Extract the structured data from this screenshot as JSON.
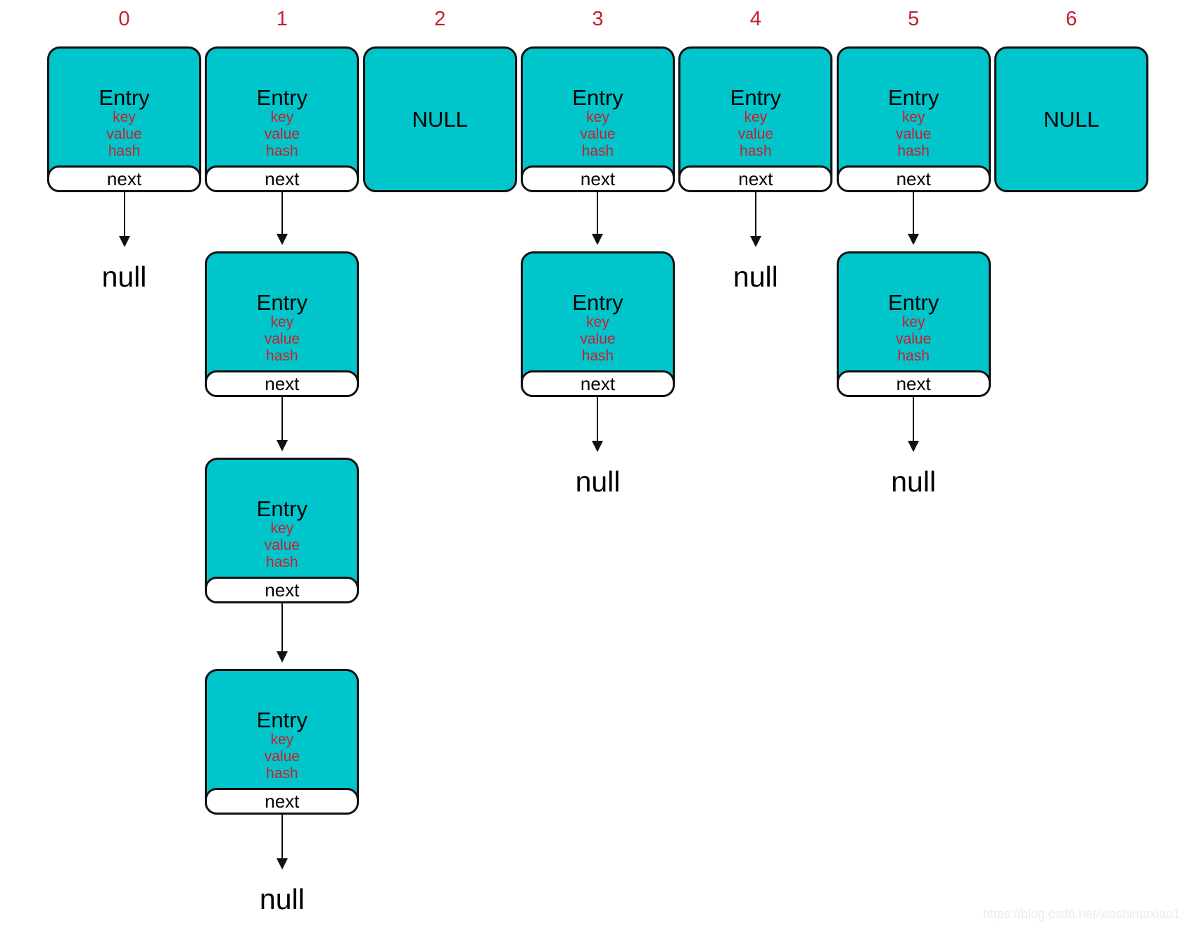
{
  "labels": {
    "entry_title": "Entry",
    "entry_fields": [
      "key",
      "value",
      "hash"
    ],
    "next_pointer": "next",
    "empty_bucket": "NULL",
    "null_terminator": "null"
  },
  "buckets": [
    {
      "index_label": "0",
      "type": "chain",
      "entry_count": 1
    },
    {
      "index_label": "1",
      "type": "chain",
      "entry_count": 4
    },
    {
      "index_label": "2",
      "type": "empty"
    },
    {
      "index_label": "3",
      "type": "chain",
      "entry_count": 2
    },
    {
      "index_label": "4",
      "type": "chain",
      "entry_count": 1
    },
    {
      "index_label": "5",
      "type": "chain",
      "entry_count": 2
    },
    {
      "index_label": "6",
      "type": "empty"
    }
  ],
  "colors": {
    "background": "#ffffff",
    "node_fill": "#00c5ca",
    "node_border": "#111111",
    "title_text": "#000000",
    "field_text": "#c52032",
    "index_text": "#c52032",
    "watermark_text": "#ebebeb"
  },
  "watermark": "https://blog.csdn.net/woshimaxiao1"
}
